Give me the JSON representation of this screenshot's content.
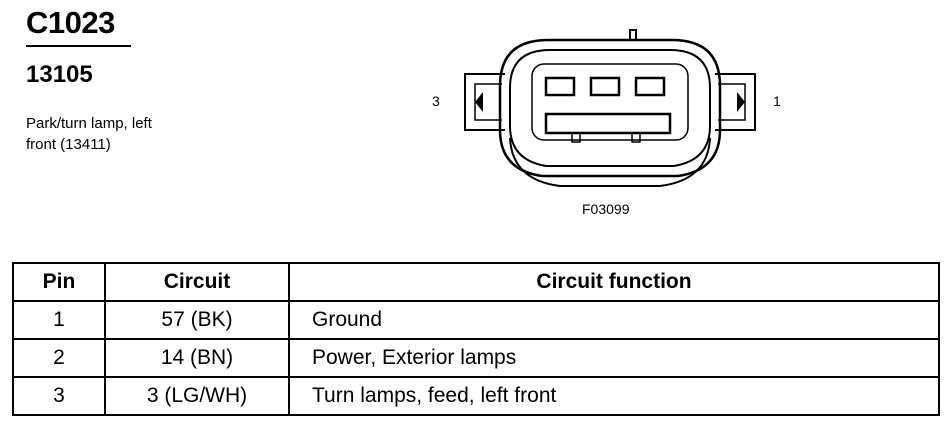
{
  "header": {
    "connector_id": "C1023",
    "part_number": "13105",
    "description_line1": "Park/turn lamp, left",
    "description_line2": "front (13411)"
  },
  "diagram": {
    "pin_label_left": "3",
    "pin_label_right": "1",
    "figure_code": "F03099"
  },
  "table": {
    "headers": [
      "Pin",
      "Circuit",
      "Circuit function"
    ],
    "rows": [
      [
        "1",
        "57 (BK)",
        "Ground"
      ],
      [
        "2",
        "14 (BN)",
        "Power, Exterior lamps"
      ],
      [
        "3",
        "3 (LG/WH)",
        "Turn lamps, feed, left front"
      ]
    ]
  }
}
